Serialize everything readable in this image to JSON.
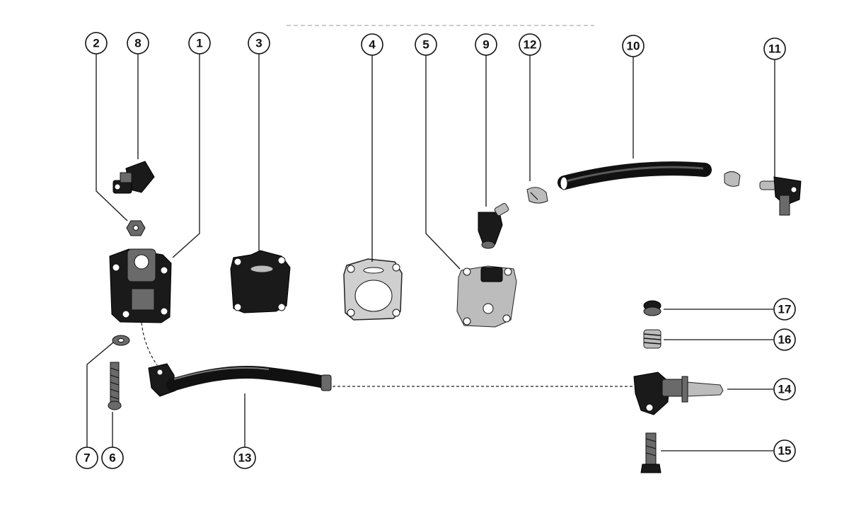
{
  "diagram": {
    "callouts": [
      {
        "id": "c1",
        "label": "1"
      },
      {
        "id": "c2",
        "label": "2"
      },
      {
        "id": "c3",
        "label": "3"
      },
      {
        "id": "c4",
        "label": "4"
      },
      {
        "id": "c5",
        "label": "5"
      },
      {
        "id": "c6",
        "label": "6"
      },
      {
        "id": "c7",
        "label": "7"
      },
      {
        "id": "c8",
        "label": "8"
      },
      {
        "id": "c9",
        "label": "9"
      },
      {
        "id": "c10",
        "label": "10"
      },
      {
        "id": "c11",
        "label": "11"
      },
      {
        "id": "c12",
        "label": "12"
      },
      {
        "id": "c13",
        "label": "13"
      },
      {
        "id": "c14",
        "label": "14"
      },
      {
        "id": "c15",
        "label": "15"
      },
      {
        "id": "c16",
        "label": "16"
      },
      {
        "id": "c17",
        "label": "17"
      }
    ],
    "colors": {
      "ink": "#111111",
      "paper": "#ffffff"
    }
  }
}
